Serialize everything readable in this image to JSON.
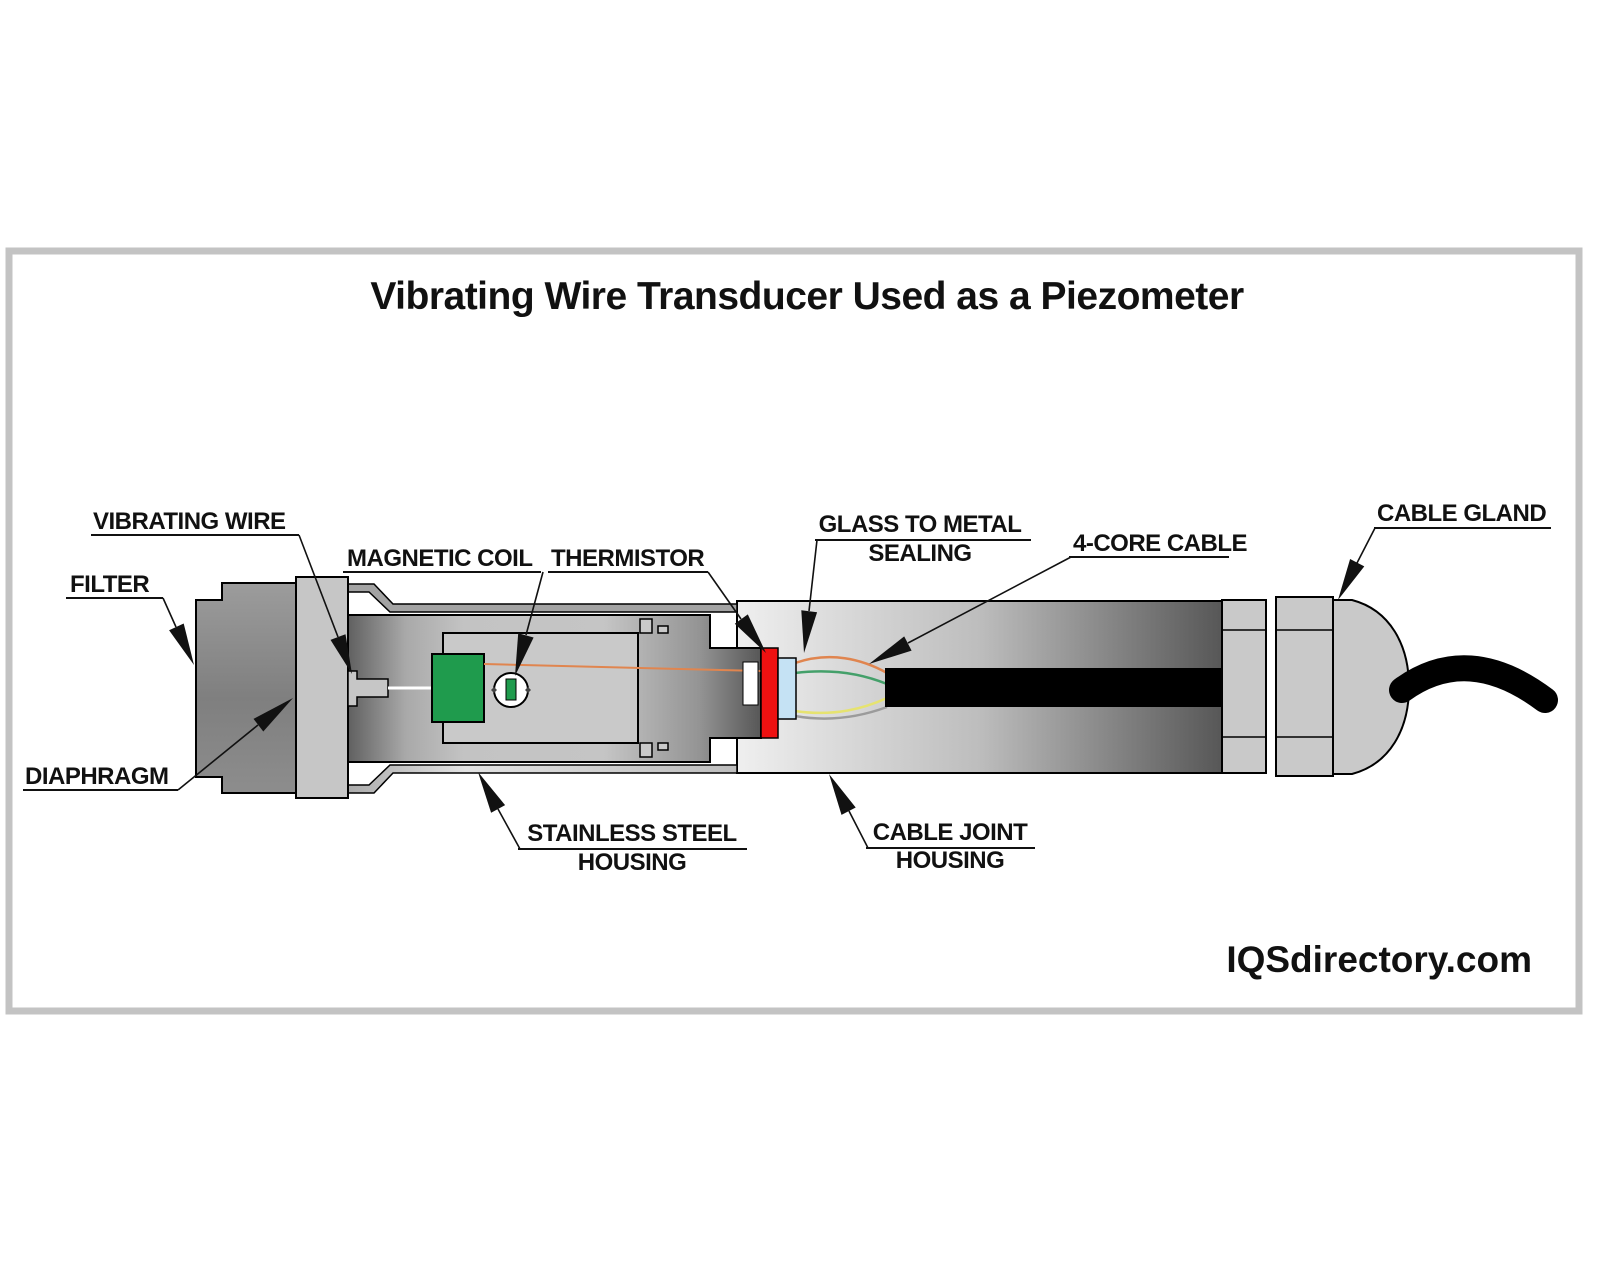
{
  "title": "Vibrating Wire Transducer Used as a Piezometer",
  "watermark": "IQSdirectory.com",
  "labels": {
    "vibrating_wire": "VIBRATING WIRE",
    "filter": "FILTER",
    "diaphragm": "DIAPHRAGM",
    "magnetic_coil": "MAGNETIC COIL",
    "thermistor": "THERMISTOR",
    "glass_to_metal_line1": "GLASS TO METAL",
    "glass_to_metal_line2": "SEALING",
    "four_core_cable": "4-CORE CABLE",
    "cable_gland": "CABLE GLAND",
    "stainless_steel_line1": "STAINLESS STEEL",
    "stainless_steel_line2": "HOUSING",
    "cable_joint_line1": "CABLE JOINT",
    "cable_joint_line2": "HOUSING"
  },
  "colors": {
    "coil_green": "#1f9b4d",
    "thermistor_green": "#1f9b4d",
    "seal_red": "#ee1111",
    "glass_blue": "#c5e2f4",
    "wire_orange": "#e0854f",
    "wire_green": "#44a06a",
    "wire_yellow": "#e6e370",
    "wire_gray": "#9b9b9b",
    "cable_black": "#000000",
    "frame_gray": "#c3c3c3",
    "steel_light": "#c9c9c9"
  }
}
